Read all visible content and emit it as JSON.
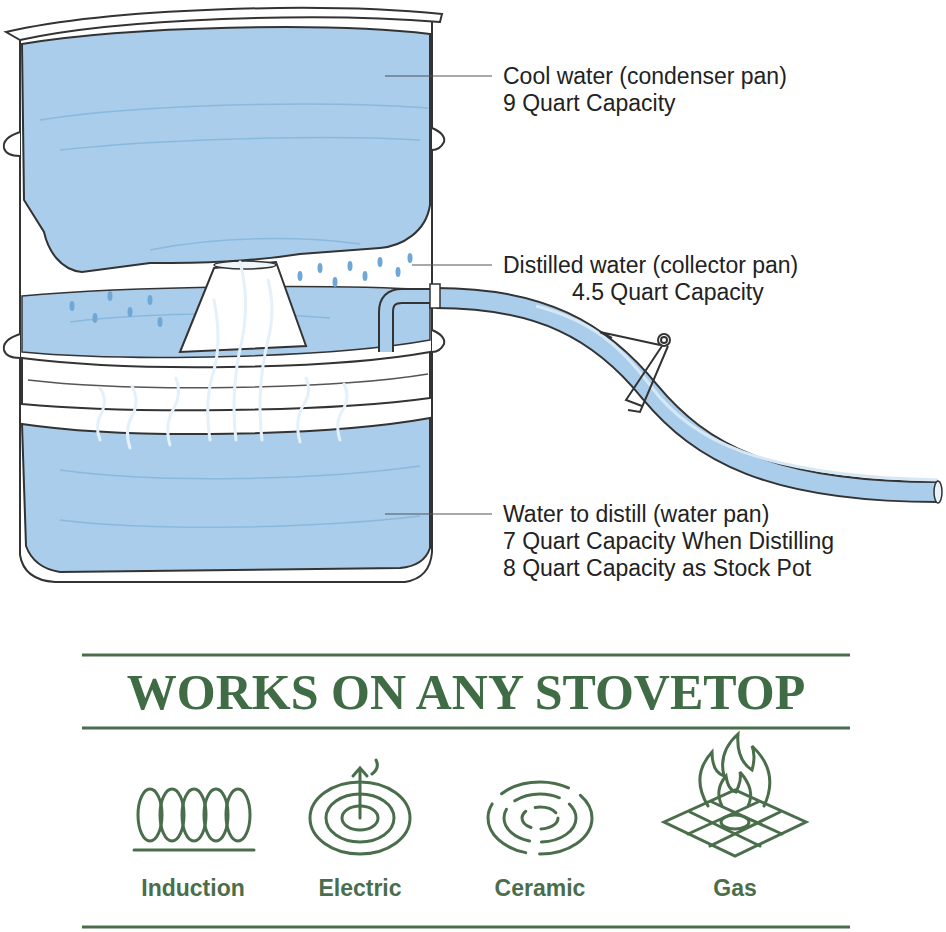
{
  "diagram": {
    "title": "WORKS ON ANY STOVETOP",
    "labels": [
      "Cool water (condenser pan)",
      "9 Quart Capacity",
      "Distilled water (collector pan)",
      "4.5 Quart Capacity",
      "Water to distill (water pan)",
      "7 Quart Capacity When Distilling",
      "8 Quart Capacity as Stock Pot",
      "Induction",
      "Electric",
      "Ceramic",
      "Gas"
    ]
  }
}
